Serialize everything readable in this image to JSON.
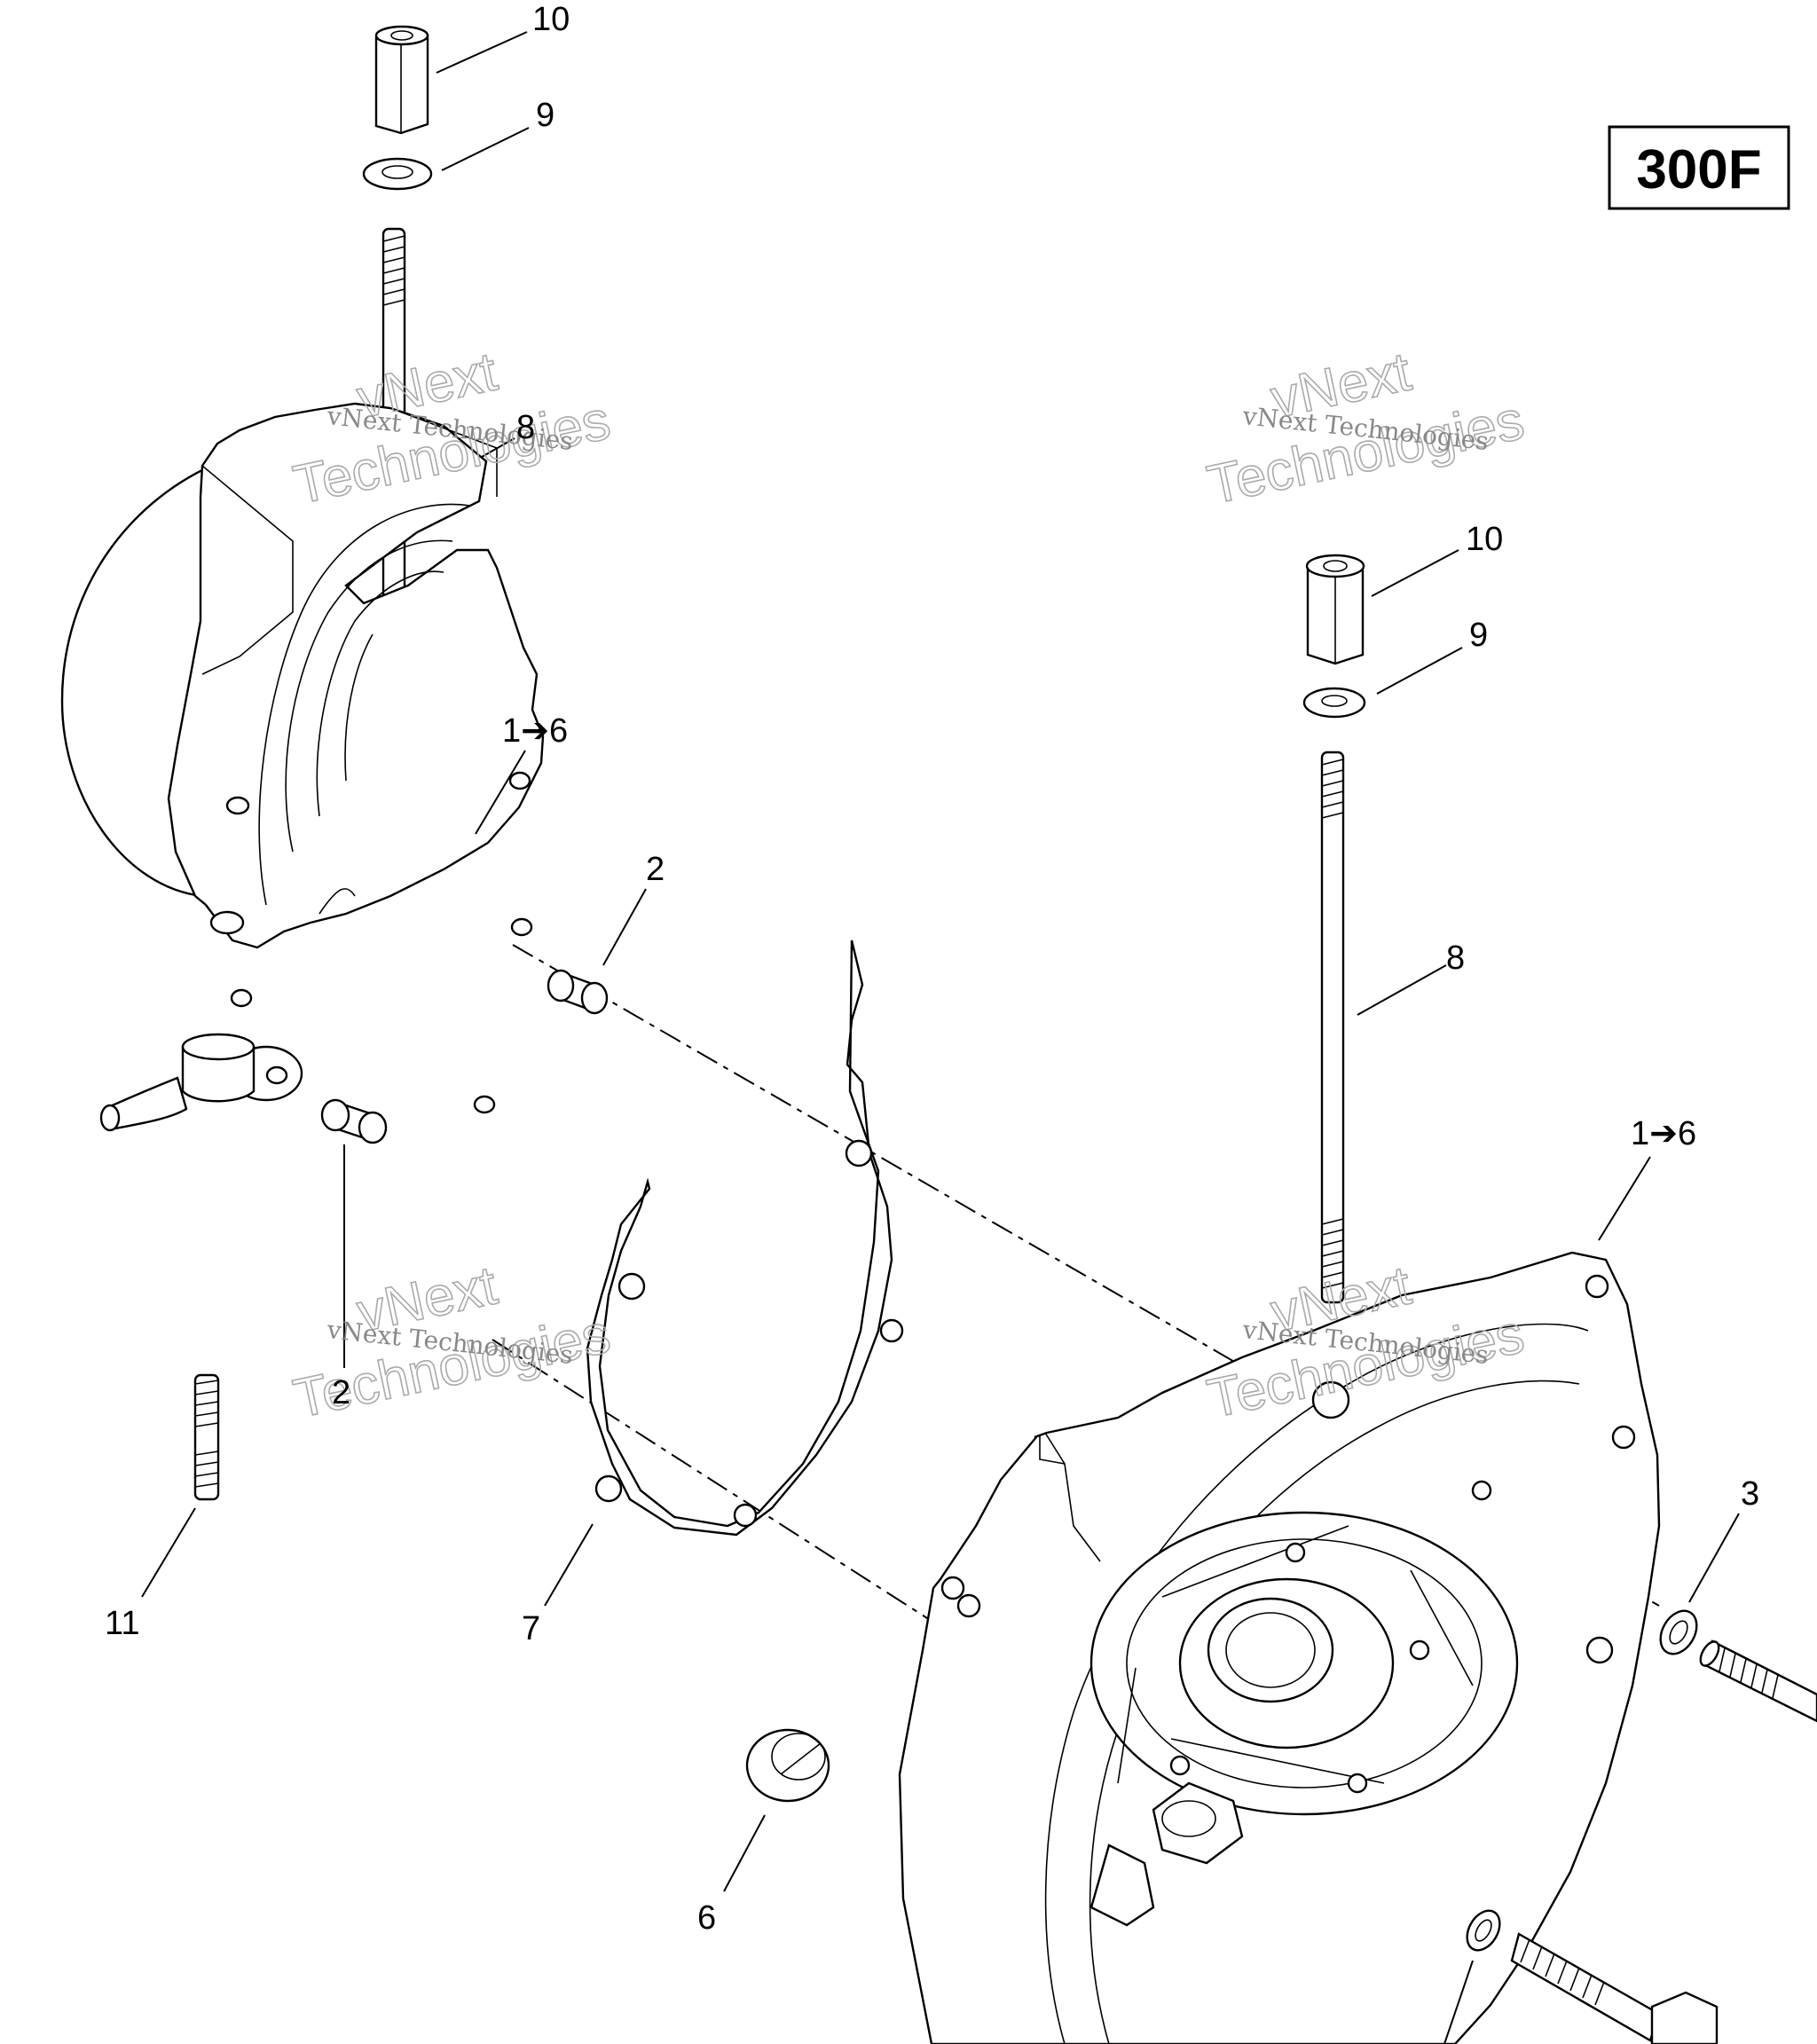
{
  "model_badge": "300F",
  "callouts": {
    "c10_top": "10",
    "c9_top": "9",
    "c8_left": "8",
    "c1to6_left": "1➔6",
    "c2_upper": "2",
    "c2_lower": "2",
    "c11": "11",
    "c7": "7",
    "c6": "6",
    "c10_right": "10",
    "c9_right": "9",
    "c8_right": "8",
    "c1to6_right": "1➔6",
    "c3": "3"
  },
  "watermark": {
    "line_small": "vNext Technologies",
    "word1": "vNext",
    "word2": "Technologies"
  }
}
